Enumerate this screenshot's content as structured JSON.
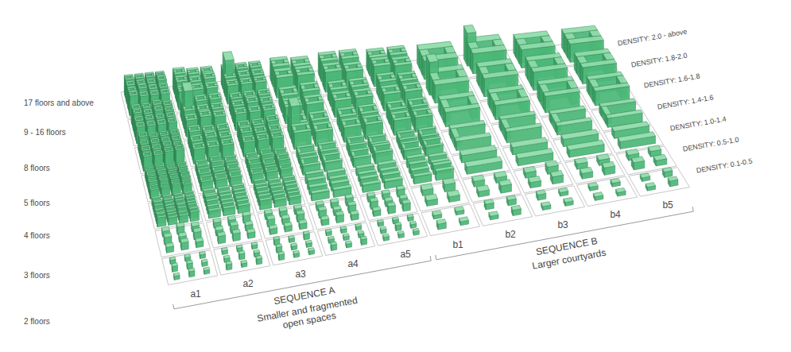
{
  "diagram": {
    "labels": [
      "17 floors and above",
      "9 - 16 floors",
      "8 floors",
      "5 floors",
      "4 floors",
      "3 floors",
      "2 floors",
      "DENSITY: 2.0 - above",
      "DENSITY: 1.8-2.0",
      "DENSITY: 1.6-1.8",
      "DENSITY: 1.4-1.6",
      "DENSITY: 1.0-1.4",
      "DENSITY: 0.5-1.0",
      "DENSITY: 0.1-0.5",
      "a1",
      "a2",
      "a3",
      "a4",
      "a5",
      "b1",
      "b2",
      "b3",
      "b4",
      "b5",
      "SEQUENCE A",
      "Smaller and fragmented open spaces",
      "SEQUENCE B",
      "Larger courtyards"
    ]
  }
}
